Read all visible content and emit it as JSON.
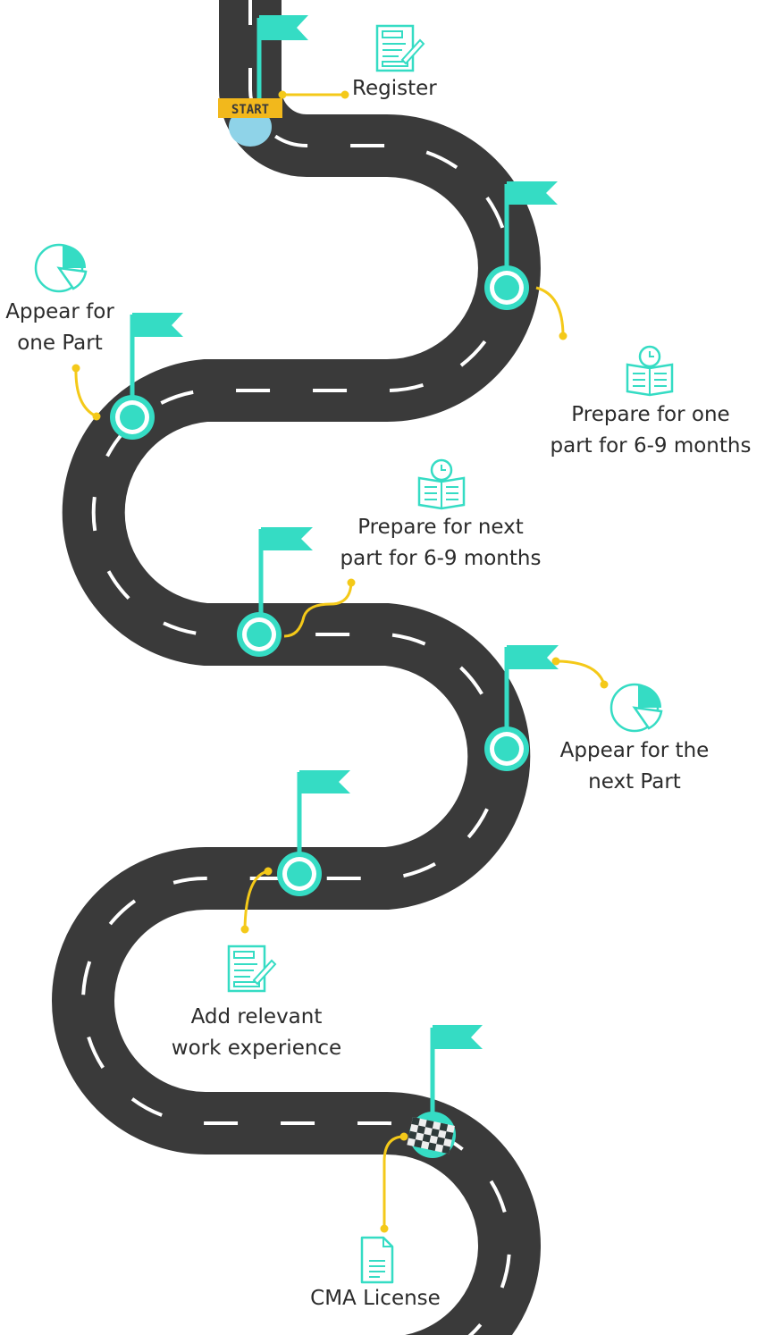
{
  "colors": {
    "road": "#3a3a3a",
    "accent": "#35dcc4",
    "connector": "#f4c919",
    "start_banner": "#f2b81c",
    "text": "#2b2b2b"
  },
  "start_banner": "START",
  "steps": [
    {
      "label_lines": [
        "Register"
      ],
      "icon": "form-pencil-icon"
    },
    {
      "label_lines": [
        "Prepare for one",
        "part for 6-9 months"
      ],
      "icon": "book-clock-icon"
    },
    {
      "label_lines": [
        "Appear for",
        "one Part"
      ],
      "icon": "pie-chart-icon"
    },
    {
      "label_lines": [
        "Prepare for next",
        "part for 6-9 months"
      ],
      "icon": "book-clock-icon"
    },
    {
      "label_lines": [
        "Appear for the",
        "next Part"
      ],
      "icon": "pie-chart-icon"
    },
    {
      "label_lines": [
        "Add relevant",
        "work experience"
      ],
      "icon": "form-pencil-icon"
    },
    {
      "label_lines": [
        "CMA License"
      ],
      "icon": "document-icon"
    }
  ]
}
